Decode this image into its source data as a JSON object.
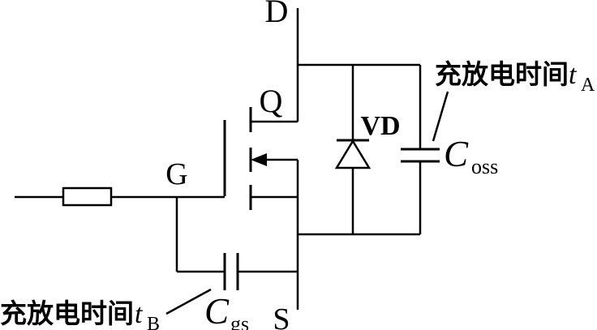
{
  "circuit": {
    "terminals": {
      "drain": "D",
      "gate": "G",
      "source": "S"
    },
    "transistor_label": "Q",
    "diode_label": "VD",
    "capacitors": {
      "coss": {
        "symbol": "C",
        "subscript": "oss"
      },
      "cgs": {
        "symbol": "C",
        "subscript": "gs"
      }
    },
    "annotations": {
      "a": {
        "text": "充放电时间",
        "variable": "t",
        "subscript": "A"
      },
      "b": {
        "text": "充放电时间",
        "variable": "t",
        "subscript": "B"
      }
    },
    "colors": {
      "line": "#000000",
      "background": "#ffffff"
    }
  }
}
